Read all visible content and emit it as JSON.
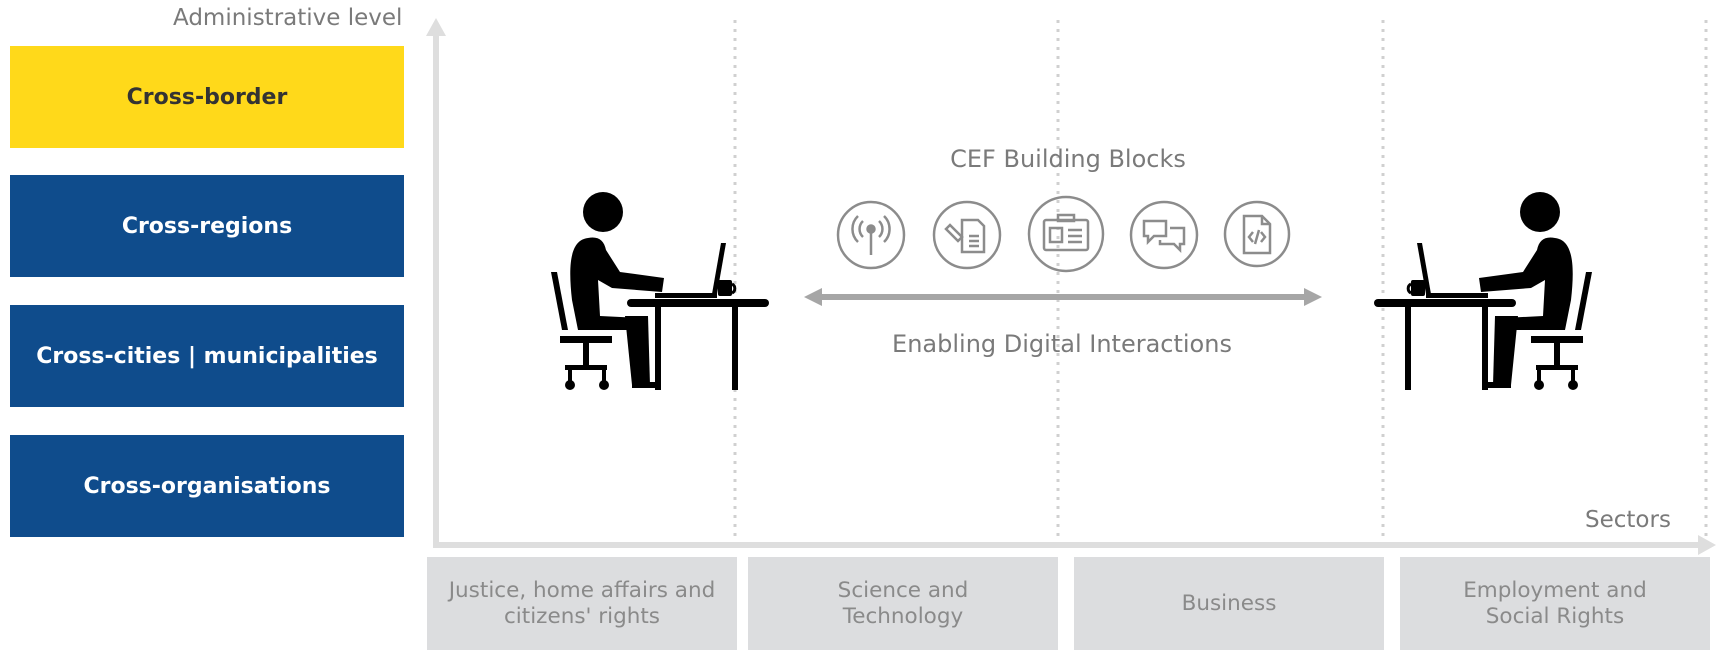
{
  "y_axis": {
    "title": "Administrative level"
  },
  "x_axis": {
    "title": "Sectors"
  },
  "levels": [
    {
      "label": "Cross-border",
      "color": "#ffd91a"
    },
    {
      "label": "Cross-regions",
      "color": "#0f4c8c"
    },
    {
      "label": "Cross-cities | municipalities",
      "color": "#0f4c8c"
    },
    {
      "label": "Cross-organisations",
      "color": "#0f4c8c"
    }
  ],
  "sectors": [
    {
      "label": "Justice, home affairs and\ncitizens' rights"
    },
    {
      "label": "Science and\nTechnology"
    },
    {
      "label": "Business"
    },
    {
      "label": "Employment and\nSocial Rights"
    }
  ],
  "center": {
    "building_blocks_title": "CEF Building Blocks",
    "interaction_label": "Enabling Digital Interactions",
    "icons": [
      "broadcast-icon",
      "document-sign-icon",
      "id-card-icon",
      "chat-bubbles-icon",
      "code-file-icon"
    ]
  },
  "colors": {
    "axis": "#dedede",
    "arrow": "#a6a6a6",
    "icon_circle": "#8c8c8c",
    "figure": "#000000"
  }
}
